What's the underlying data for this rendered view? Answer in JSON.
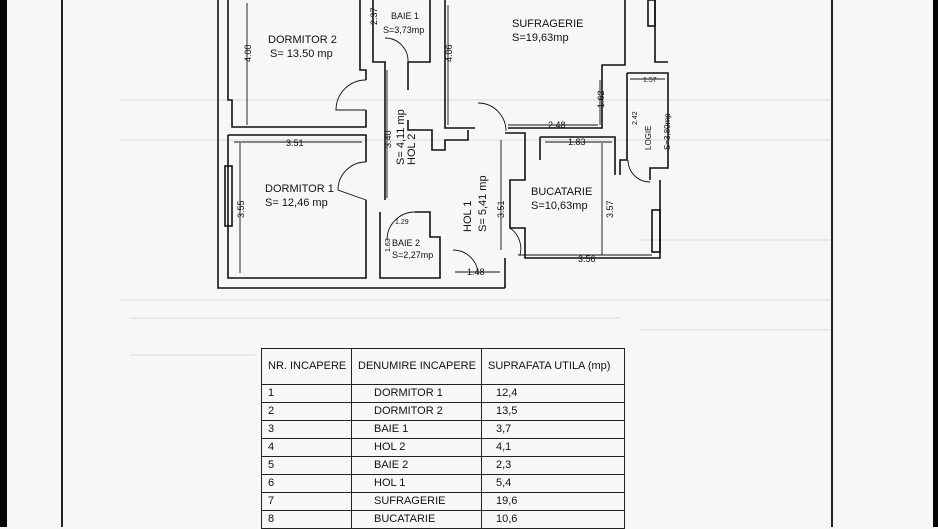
{
  "floor_plan": {
    "rooms": {
      "dormitor2": {
        "name": "DORMITOR 2",
        "area": "S= 13.50 mp"
      },
      "baie1": {
        "name": "BAIE 1",
        "area": "S=3,73mp"
      },
      "sufragerie": {
        "name": "SUFRAGERIE",
        "area": "S=19,63mp"
      },
      "hol2": {
        "name": "HOL 2",
        "area": "S= 4,11 mp"
      },
      "logie": {
        "name": "LOGIE",
        "area": "S=3,80mp"
      },
      "dormitor1": {
        "name": "DORMITOR 1",
        "area": "S= 12,46 mp"
      },
      "hol1": {
        "name": "HOL 1",
        "area": "S= 5,41 mp"
      },
      "bucatarie": {
        "name": "BUCATARIE",
        "area": "S=10,63mp"
      },
      "baie2": {
        "name": "BAIE 2",
        "area": "S=2,27mp"
      }
    },
    "dimensions": {
      "d400": "4.00",
      "d237": "2.37",
      "d406": "4.06",
      "d162": "1.62",
      "d157": "1.57",
      "d242": "2.42",
      "d248": "2.48",
      "d340": "3.40",
      "d351": "3.51",
      "d183": "1.83",
      "d355": "3.55",
      "d351b": "3.51",
      "d357": "3.57",
      "d129": "1.29",
      "d163": "1.63",
      "d148": "1.48",
      "d356": "3.56"
    }
  },
  "table": {
    "headers": [
      "NR. INCAPERE",
      "DENUMIRE INCAPERE",
      "SUPRAFATA UTILA (mp)"
    ],
    "rows": [
      [
        "1",
        "DORMITOR 1",
        "12,4"
      ],
      [
        "2",
        "DORMITOR 2",
        "13,5"
      ],
      [
        "3",
        "BAIE 1",
        "3,7"
      ],
      [
        "4",
        "HOL 2",
        "4,1"
      ],
      [
        "5",
        "BAIE 2",
        "2,3"
      ],
      [
        "6",
        "HOL 1",
        "5,4"
      ],
      [
        "7",
        "SUFRAGERIE",
        "19,6"
      ],
      [
        "8",
        "BUCATARIE",
        "10,6"
      ]
    ]
  }
}
